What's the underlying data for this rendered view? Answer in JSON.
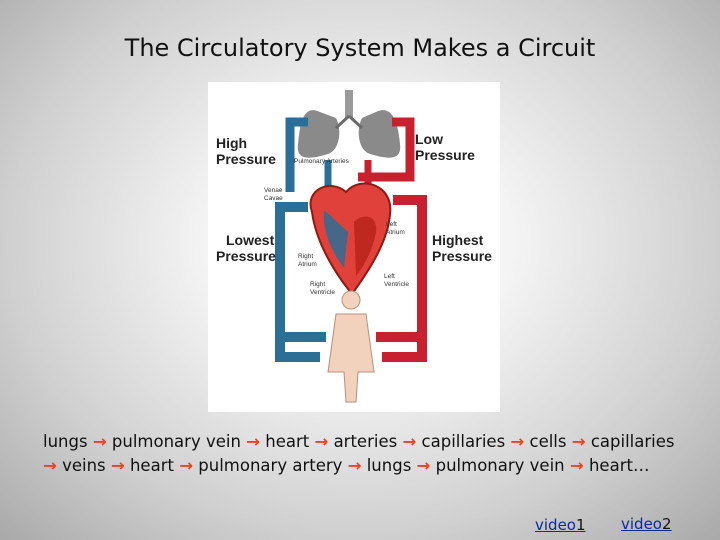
{
  "title": "The Circulatory System Makes a Circuit",
  "diagram": {
    "labels": {
      "high_pressure": [
        "High",
        "Pressure"
      ],
      "low_pressure": [
        "Low",
        "Pressure"
      ],
      "lowest_pressure": [
        "Lowest",
        "Pressure"
      ],
      "highest_pressure": [
        "Highest",
        "Pressure"
      ],
      "pulmonary_arteries": "Pulmonary Arteries",
      "venae_cavae": [
        "Venae",
        "Cavae"
      ],
      "left_atrium": [
        "Left",
        "Atrium"
      ],
      "right_atrium": [
        "Right",
        "Atrium"
      ],
      "right_ventricle": [
        "Right",
        "Ventricle"
      ],
      "left_ventricle": [
        "Left",
        "Ventricle"
      ]
    },
    "colors": {
      "oxygenated": "#c8202f",
      "deoxygenated": "#2b6f97",
      "heart": "#e0413a"
    }
  },
  "caption": {
    "steps": [
      "lungs",
      "pulmonary vein",
      "heart",
      "arteries",
      "capillaries",
      "cells",
      "capillaries",
      "veins",
      "heart",
      "pulmonary artery",
      "lungs",
      "pulmonary vein",
      "heart…"
    ],
    "arrow": "→"
  },
  "links": {
    "video1": {
      "text": "video",
      "num": "1"
    },
    "video2": {
      "text": "video",
      "num": "2"
    }
  }
}
